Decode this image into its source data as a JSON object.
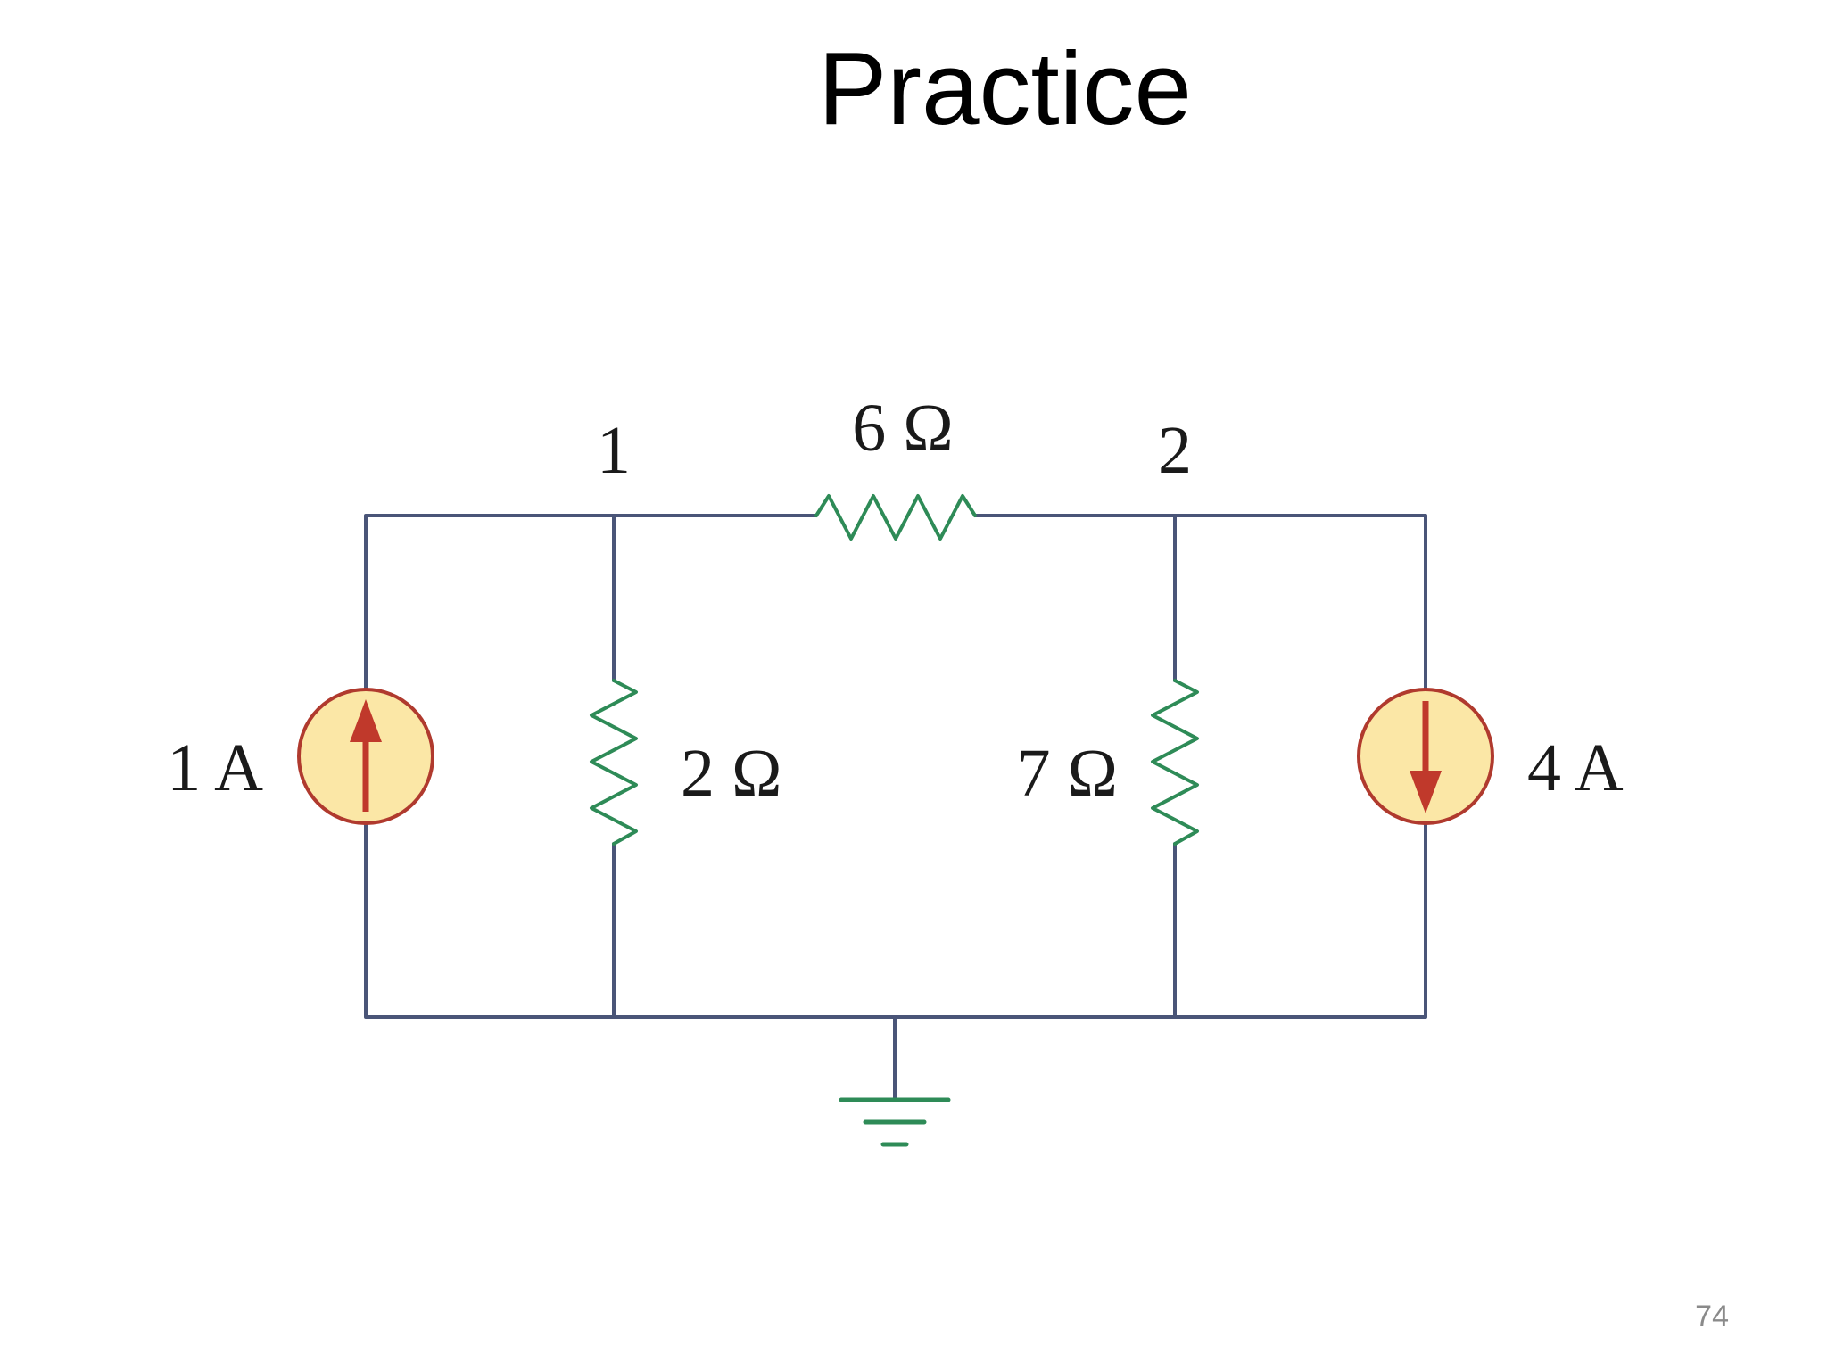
{
  "slide": {
    "title": "Practice",
    "page_number": "74"
  },
  "circuit": {
    "nodes": [
      "1",
      "2"
    ],
    "components": [
      {
        "id": "source_1",
        "type": "current-source",
        "label": "1 A",
        "direction": "up"
      },
      {
        "id": "r_2",
        "type": "resistor",
        "label": "2 Ω"
      },
      {
        "id": "r_6",
        "type": "resistor",
        "label": "6 Ω"
      },
      {
        "id": "r_7",
        "type": "resistor",
        "label": "7 Ω"
      },
      {
        "id": "source_4",
        "type": "current-source",
        "label": "4 A",
        "direction": "down"
      }
    ],
    "ground": "ground-icon",
    "colors": {
      "wire": "#4a5578",
      "resistor": "#2e8b57",
      "source_fill": "#fbe7a6",
      "source_stroke": "#b03a2e",
      "arrow": "#c0392b",
      "ground": "#2e8b57"
    }
  }
}
